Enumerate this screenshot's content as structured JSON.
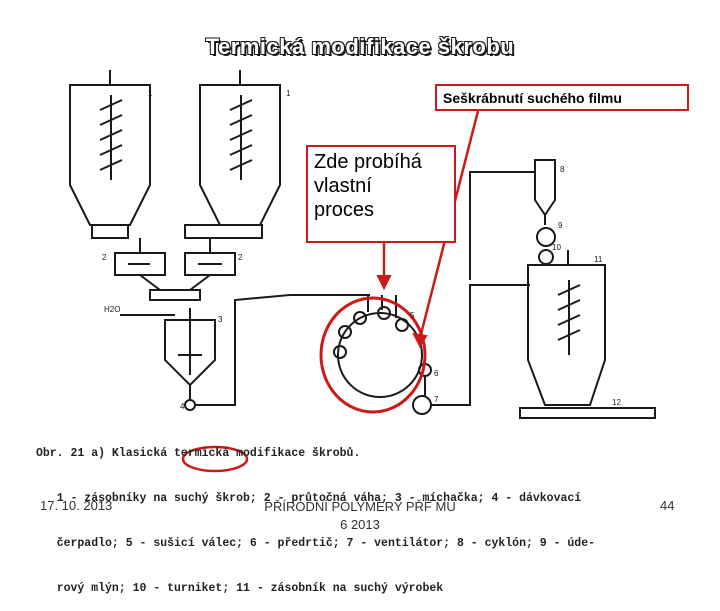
{
  "title": "Termická modifikace škrobu",
  "callouts": {
    "top": "Seškrábnutí suchého filmu",
    "middle_lines": [
      "Zde probíhá",
      "vlastní",
      "proces"
    ]
  },
  "diagram_labels": [
    "1",
    "1",
    "2",
    "2",
    "3",
    "4",
    "5",
    "6",
    "7",
    "8",
    "9",
    "10",
    "11",
    "12",
    "H2O"
  ],
  "caption_lines": [
    "Obr. 21 a) Klasická termická modifikace škrobů.",
    "   1 - zásobníky na suchý škrob; 2 - průtočná váha; 3 - míchačka; 4 - dávkovací",
    "   čerpadlo; 5 - sušicí válec; 6 - předrtič; 7 - ventilátor; 8 - cyklón; 9 - úde-",
    "   rový mlýn; 10 - turniket; 11 - zásobník na suchý výrobek"
  ],
  "footer": {
    "date": "17. 10. 2013",
    "center_line1": "PŘÍRODNÍ POLYMERY PŘF MU",
    "center_line2": "6 2013",
    "page": "44"
  },
  "colors": {
    "highlight": "#cc1a1a",
    "ink": "#1a1a1a"
  }
}
